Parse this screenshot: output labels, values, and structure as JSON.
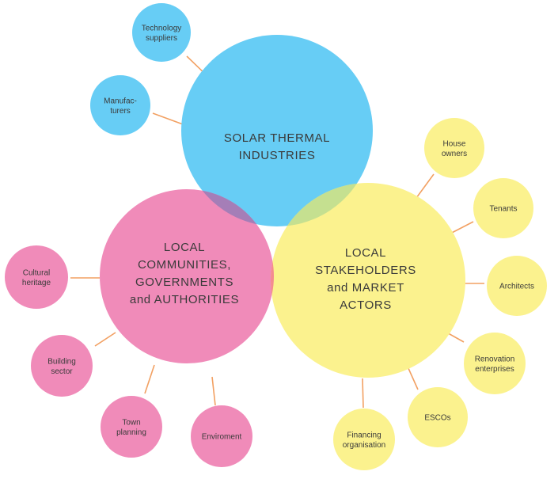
{
  "diagram": {
    "colors": {
      "solar": "#67cdf5",
      "communities": "#f08bb9",
      "stakeholders": "#fbf28e",
      "overlap_solar_communities": "#a57eb7",
      "overlap_solar_stakeholders": "#c5e090",
      "overlap_communities_stakeholders": "#f48b90",
      "overlap_all": "#c07fa8",
      "connector": "#f2a062"
    },
    "main_circles": [
      {
        "id": "solar",
        "lines": [
          "SOLAR THERMAL",
          "INDUSTRIES"
        ]
      },
      {
        "id": "communities",
        "lines": [
          "LOCAL",
          "COMMUNITIES,",
          "GOVERNMENTS",
          "and AUTHORITIES"
        ]
      },
      {
        "id": "stakeholders",
        "lines": [
          "LOCAL",
          "STAKEHOLDERS",
          "and MARKET",
          "ACTORS"
        ]
      }
    ],
    "satellites": [
      {
        "id": "technology-suppliers",
        "group": "solar",
        "lines": [
          "Technology",
          "suppliers"
        ]
      },
      {
        "id": "manufacturers",
        "group": "solar",
        "lines": [
          "Manufac-",
          "turers"
        ]
      },
      {
        "id": "cultural-heritage",
        "group": "communities",
        "lines": [
          "Cultural",
          "heritage"
        ]
      },
      {
        "id": "building-sector",
        "group": "communities",
        "lines": [
          "Building",
          "sector"
        ]
      },
      {
        "id": "town-planning",
        "group": "communities",
        "lines": [
          "Town",
          "planning"
        ]
      },
      {
        "id": "enviroment",
        "group": "communities",
        "lines": [
          "Enviroment"
        ]
      },
      {
        "id": "house-owners",
        "group": "stakeholders",
        "lines": [
          "House",
          "owners"
        ]
      },
      {
        "id": "tenants",
        "group": "stakeholders",
        "lines": [
          "Tenants"
        ]
      },
      {
        "id": "architects",
        "group": "stakeholders",
        "lines": [
          "Architects"
        ]
      },
      {
        "id": "renovation-enterprises",
        "group": "stakeholders",
        "lines": [
          "Renovation",
          "enterprises"
        ]
      },
      {
        "id": "escos",
        "group": "stakeholders",
        "lines": [
          "ESCOs"
        ]
      },
      {
        "id": "financing-organisation",
        "group": "stakeholders",
        "lines": [
          "Financing",
          "organisation"
        ]
      }
    ]
  }
}
